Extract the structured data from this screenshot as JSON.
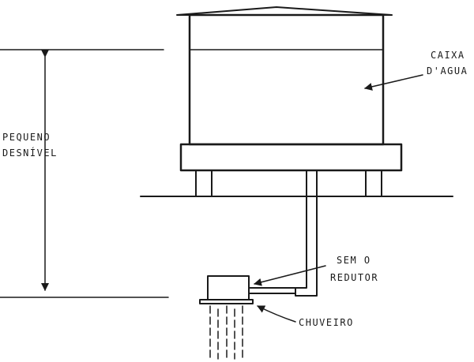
{
  "labels": {
    "tank_line1": "CAIXA",
    "tank_line2": "D'AGUA",
    "height_line1": "PEQUENO",
    "height_line2": "DESNÍVEL",
    "reducer_line1": "SEM O",
    "reducer_line2": "REDUTOR",
    "shower": "CHUVEIRO"
  },
  "colors": {
    "ink": "#1a1a1a",
    "background": "#ffffff"
  }
}
